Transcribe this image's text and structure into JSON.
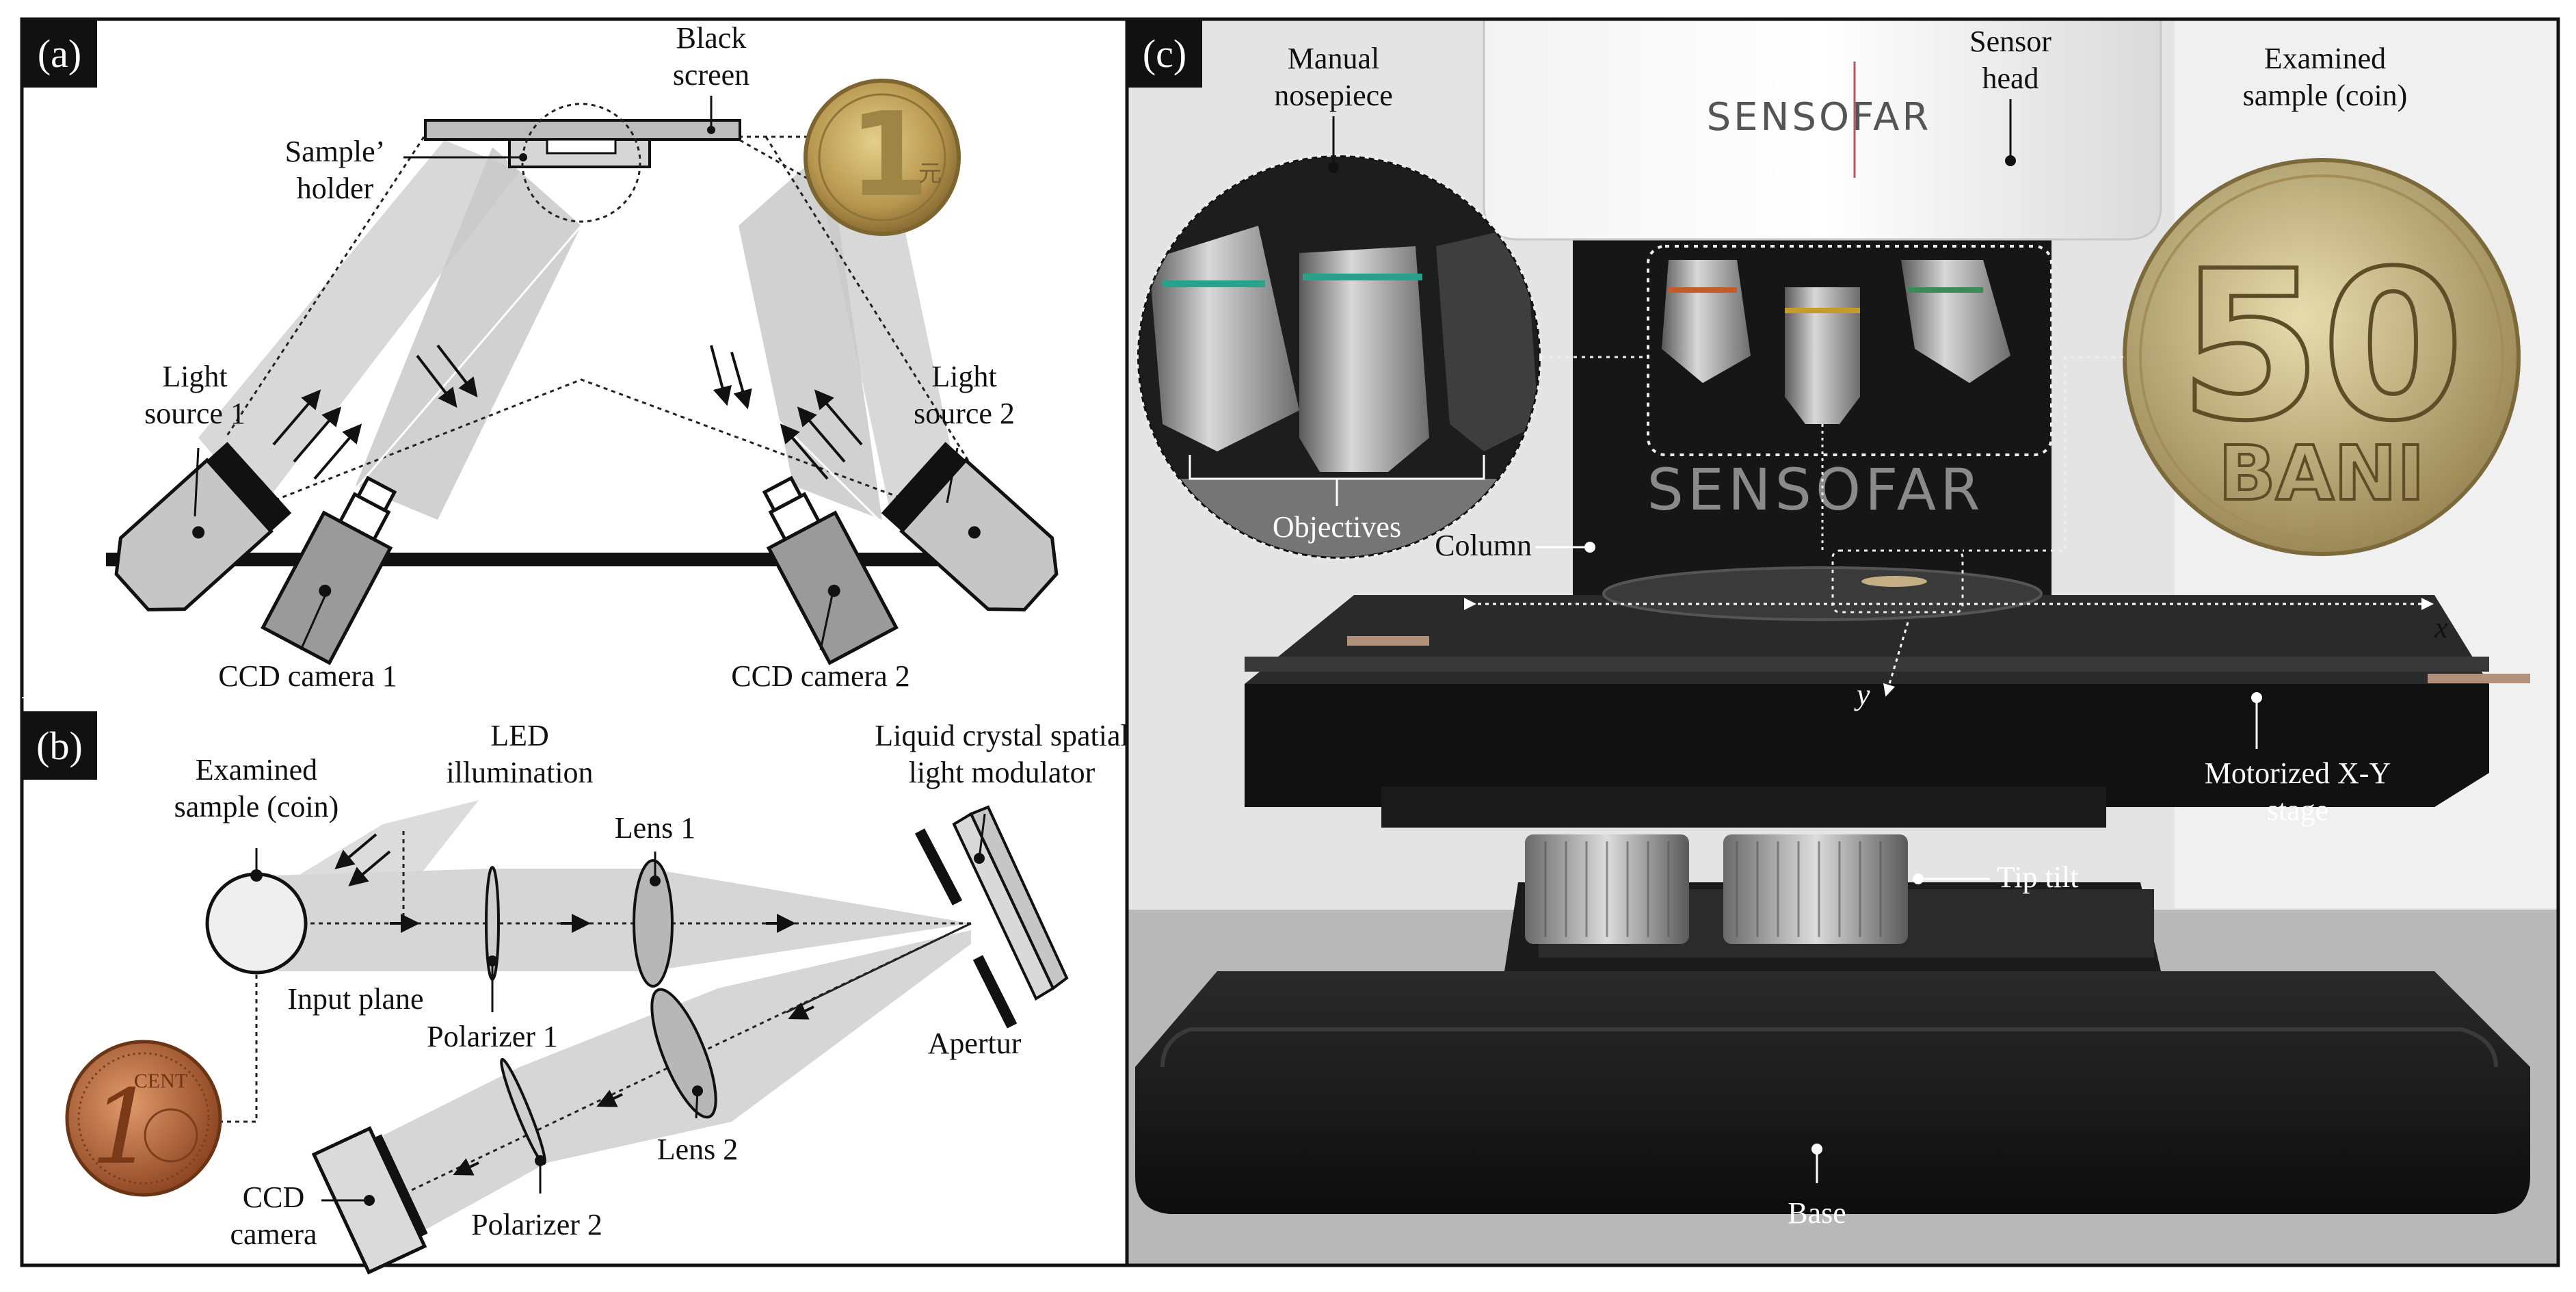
{
  "panels": {
    "a": {
      "tag": "(a)",
      "labels": {
        "black_screen": [
          "Black",
          "screen"
        ],
        "sample_holder": [
          "Sample’",
          "holder"
        ],
        "light_source_1": [
          "Light",
          "source 1"
        ],
        "light_source_2": [
          "Light",
          "source 2"
        ],
        "ccd_camera_1": "CCD camera 1",
        "ccd_camera_2": "CCD camera 2",
        "coin_text": [
          "1",
          "元"
        ]
      }
    },
    "b": {
      "tag": "(b)",
      "labels": {
        "examined_sample": [
          "Examined",
          "sample (coin)"
        ],
        "led_illumination": [
          "LED",
          "illumination"
        ],
        "lens_1": "Lens 1",
        "lcslm": [
          "Liquid crystal spatial",
          "light modulator"
        ],
        "input_plane": "Input plane",
        "polarizer_1": "Polarizer 1",
        "apertur": "Apertur",
        "lens_2": "Lens 2",
        "ccd_camera": [
          "CCD",
          "camera"
        ],
        "polarizer_2": "Polarizer 2",
        "coin_text": [
          "1",
          "CENT"
        ]
      }
    },
    "c": {
      "tag": "(c)",
      "labels": {
        "manual_nosepiece": [
          "Manual",
          "nosepiece"
        ],
        "sensor_head": [
          "Sensor",
          "head"
        ],
        "examined_sample": [
          "Examined",
          "sample (coin)"
        ],
        "objectives": "Objectives",
        "column": "Column",
        "x_axis": "x",
        "y_axis": "y",
        "motorized_stage": [
          "Motorized X-Y",
          "stage"
        ],
        "tip_tilt": "Tip tilt",
        "base": "Base",
        "brand_top": "SENSOFAR",
        "brand_column": "SENSOFAR",
        "coin_value": "50",
        "coin_word": "BANI"
      }
    }
  },
  "colors": {
    "beam": "#d4d4d4",
    "device_gray": "#b9b9b9",
    "dark_gray": "#8e8e8e",
    "black": "#111111",
    "coin_gold": "#c9a450",
    "coin_brass": "#b9a06a",
    "copper": "#b8683a"
  }
}
